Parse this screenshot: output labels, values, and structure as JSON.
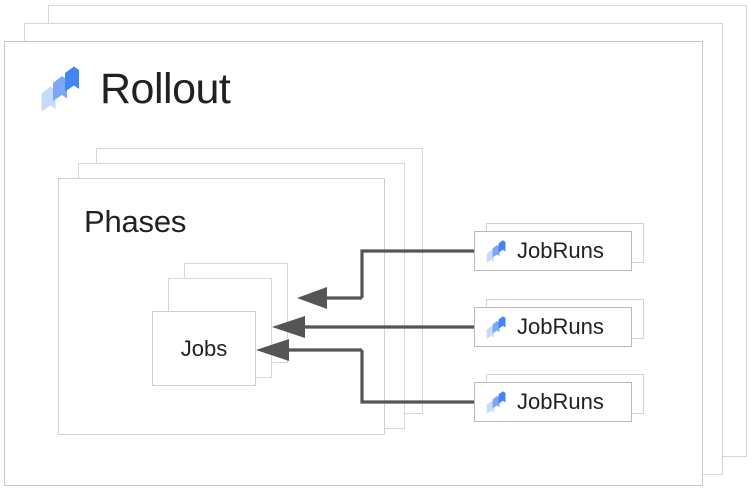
{
  "diagram": {
    "title": "Rollout",
    "title_icon": "rollout-logo-icon",
    "groups": {
      "phases": {
        "label": "Phases",
        "stack_count": 3
      },
      "jobs": {
        "label": "Jobs",
        "stack_count": 3
      }
    },
    "job_runs": [
      {
        "label": "JobRuns",
        "icon": "rollout-logo-icon"
      },
      {
        "label": "JobRuns",
        "icon": "rollout-logo-icon"
      },
      {
        "label": "JobRuns",
        "icon": "rollout-logo-icon"
      }
    ],
    "connectors": [
      {
        "from": "job-runs-1",
        "to": "jobs",
        "arrow": "left"
      },
      {
        "from": "job-runs-2",
        "to": "jobs",
        "arrow": "left"
      },
      {
        "from": "job-runs-3",
        "to": "jobs",
        "arrow": "left"
      }
    ],
    "colors": {
      "logo_light": "#c6dafc",
      "logo_mid": "#7ba7f5",
      "logo_dark": "#4285f4",
      "card_border": "#cfcfcf",
      "ghost_border": "#d6d6d6",
      "connector": "#555555",
      "text": "#202124",
      "background": "#ffffff"
    }
  }
}
